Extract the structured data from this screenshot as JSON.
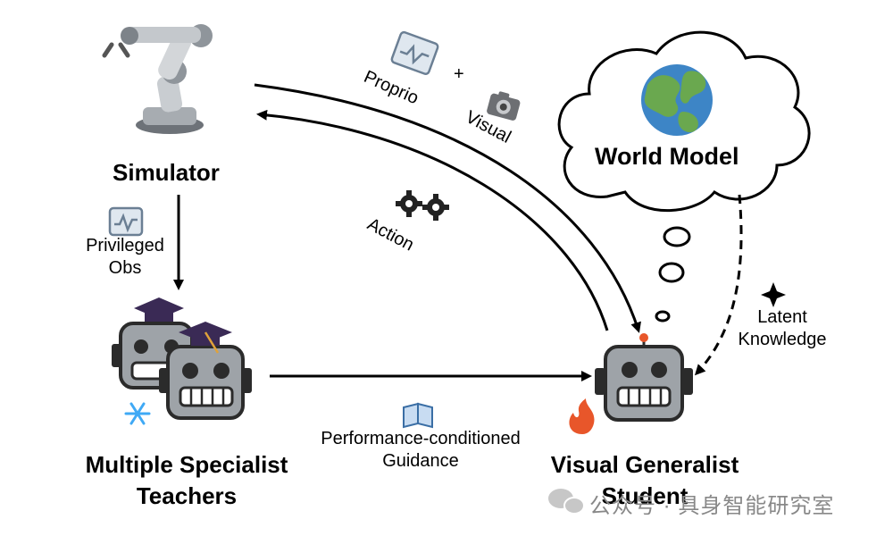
{
  "nodes": {
    "simulator": {
      "label": "Simulator",
      "icon": "robot-arm-icon"
    },
    "teachers": {
      "label_line1": "Multiple Specialist",
      "label_line2": "Teachers",
      "icon": "robot-head-graduate-icon",
      "status_icon": "snowflake-icon"
    },
    "student": {
      "label_line1": "Visual Generalist",
      "label_line2": "Student",
      "icon": "robot-head-icon",
      "status_icon": "fire-icon"
    },
    "world_model": {
      "label": "World Model",
      "icon": "globe-icon"
    }
  },
  "edges": {
    "sim_to_student": {
      "label_proprio": "Proprio",
      "plus": "+",
      "label_visual": "Visual",
      "icons": [
        "monitor-chart-icon",
        "camera-icon"
      ]
    },
    "student_to_sim": {
      "label": "Action",
      "icon": "gears-icon"
    },
    "sim_to_teachers": {
      "label_line1": "Privileged",
      "label_line2": "Obs",
      "icon": "monitor-chart-icon"
    },
    "teachers_to_student": {
      "label_line1": "Performance-conditioned",
      "label_line2": "Guidance",
      "icon": "book-icon"
    },
    "world_to_student": {
      "label_line1": "Latent",
      "label_line2": "Knowledge",
      "icon": "sparkle-icon"
    }
  },
  "watermark": {
    "text": "公众号 · 具身智能研究室",
    "icon": "wechat-icon"
  },
  "colors": {
    "arrow": "#000000",
    "robot_gray": "#9ea3a8",
    "robot_dark": "#2b2b2b",
    "cap": "#3a2a55",
    "globe_land": "#6aa84f",
    "globe_sea": "#3d85c6",
    "fire": "#e8562a",
    "snow": "#3fa9f5"
  }
}
